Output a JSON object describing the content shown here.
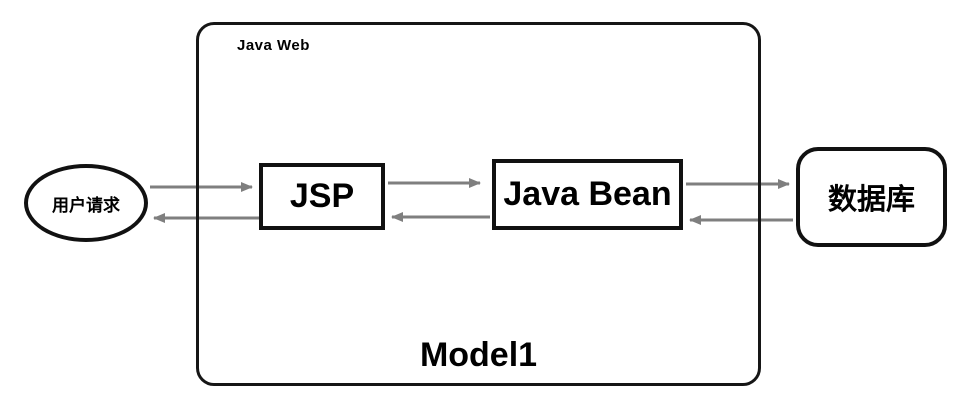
{
  "diagram": {
    "container": {
      "label": "Java Web",
      "title": "Model1"
    },
    "nodes": {
      "user_request": {
        "label": "用户请求",
        "shape": "ellipse"
      },
      "jsp": {
        "label": "JSP",
        "shape": "rect"
      },
      "java_bean": {
        "label": "Java Bean",
        "shape": "rect"
      },
      "database": {
        "label": "数据库",
        "shape": "rounded-rect"
      }
    },
    "edges": [
      {
        "from": "user_request",
        "to": "jsp",
        "direction": "right"
      },
      {
        "from": "jsp",
        "to": "user_request",
        "direction": "left"
      },
      {
        "from": "jsp",
        "to": "java_bean",
        "direction": "right"
      },
      {
        "from": "java_bean",
        "to": "jsp",
        "direction": "left"
      },
      {
        "from": "java_bean",
        "to": "database",
        "direction": "right"
      },
      {
        "from": "database",
        "to": "java_bean",
        "direction": "left"
      }
    ],
    "colors": {
      "background": "#ffffff",
      "shape_border": "#111111",
      "arrow": "#7f7f7f",
      "text": "#000000"
    }
  }
}
